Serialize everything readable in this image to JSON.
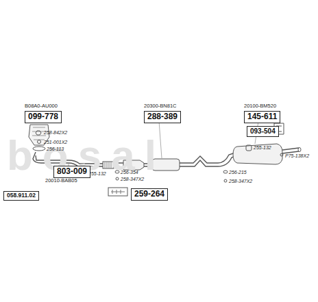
{
  "diagram": {
    "nodes": [
      {
        "text": [
          "B08A0-AU000",
          "099-778"
        ]
      },
      {
        "text": [
          "803-009",
          "20010-BAB05"
        ]
      },
      {
        "text": [
          "20300-BN81C",
          "288-389"
        ]
      },
      {
        "text": [
          "20100-BM520",
          "145-611"
        ]
      },
      {
        "text": [
          "093-504"
        ]
      },
      {
        "text": [
          "259-264"
        ]
      },
      {
        "text": [
          "058.911.02"
        ]
      }
    ],
    "labels": [
      "bosal",
      "258-842X2",
      "251-001X2",
      "256-113",
      "255-132",
      "256-354",
      "258-347X2",
      "255-132",
      "256-215",
      "258-347X2",
      "P75-138X2"
    ]
  }
}
